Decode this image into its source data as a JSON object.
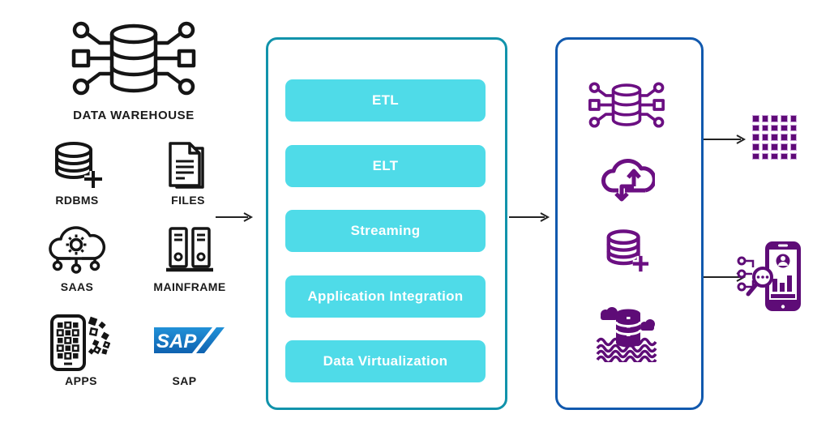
{
  "sources": {
    "data_warehouse": {
      "label": "DATA WAREHOUSE",
      "icon": "data-warehouse-icon"
    },
    "grid": [
      {
        "label": "RDBMS",
        "icon": "database-plus-icon"
      },
      {
        "label": "FILES",
        "icon": "documents-icon"
      },
      {
        "label": "SAAS",
        "icon": "cloud-gear-network-icon"
      },
      {
        "label": "MAINFRAME",
        "icon": "server-towers-icon"
      },
      {
        "label": "APPS",
        "icon": "mobile-apps-icon"
      },
      {
        "label": "SAP",
        "icon": "sap-logo",
        "logo_text": "SAP"
      }
    ]
  },
  "integration_box": {
    "methods": [
      {
        "label": "ETL"
      },
      {
        "label": "ELT"
      },
      {
        "label": "Streaming"
      },
      {
        "label": "Application Integration"
      },
      {
        "label": "Data Virtualization"
      }
    ]
  },
  "target_box": {
    "icons": [
      "data-warehouse-icon",
      "cloud-transfer-icon",
      "database-plus-icon",
      "data-lake-icon"
    ]
  },
  "outputs": {
    "icons": [
      "data-grid-icon",
      "mobile-analytics-icon"
    ]
  },
  "colors": {
    "method_button_cyan": "#4FDBE8",
    "integration_border_teal": "#1193AB",
    "target_border_blue": "#1159AE",
    "purple_outline": "#6B0F82",
    "purple_fill": "#5E0C77",
    "sap_blue_top": "#2191D8",
    "sap_blue_bottom": "#0F62B0",
    "source_icon_black": "#151515"
  }
}
